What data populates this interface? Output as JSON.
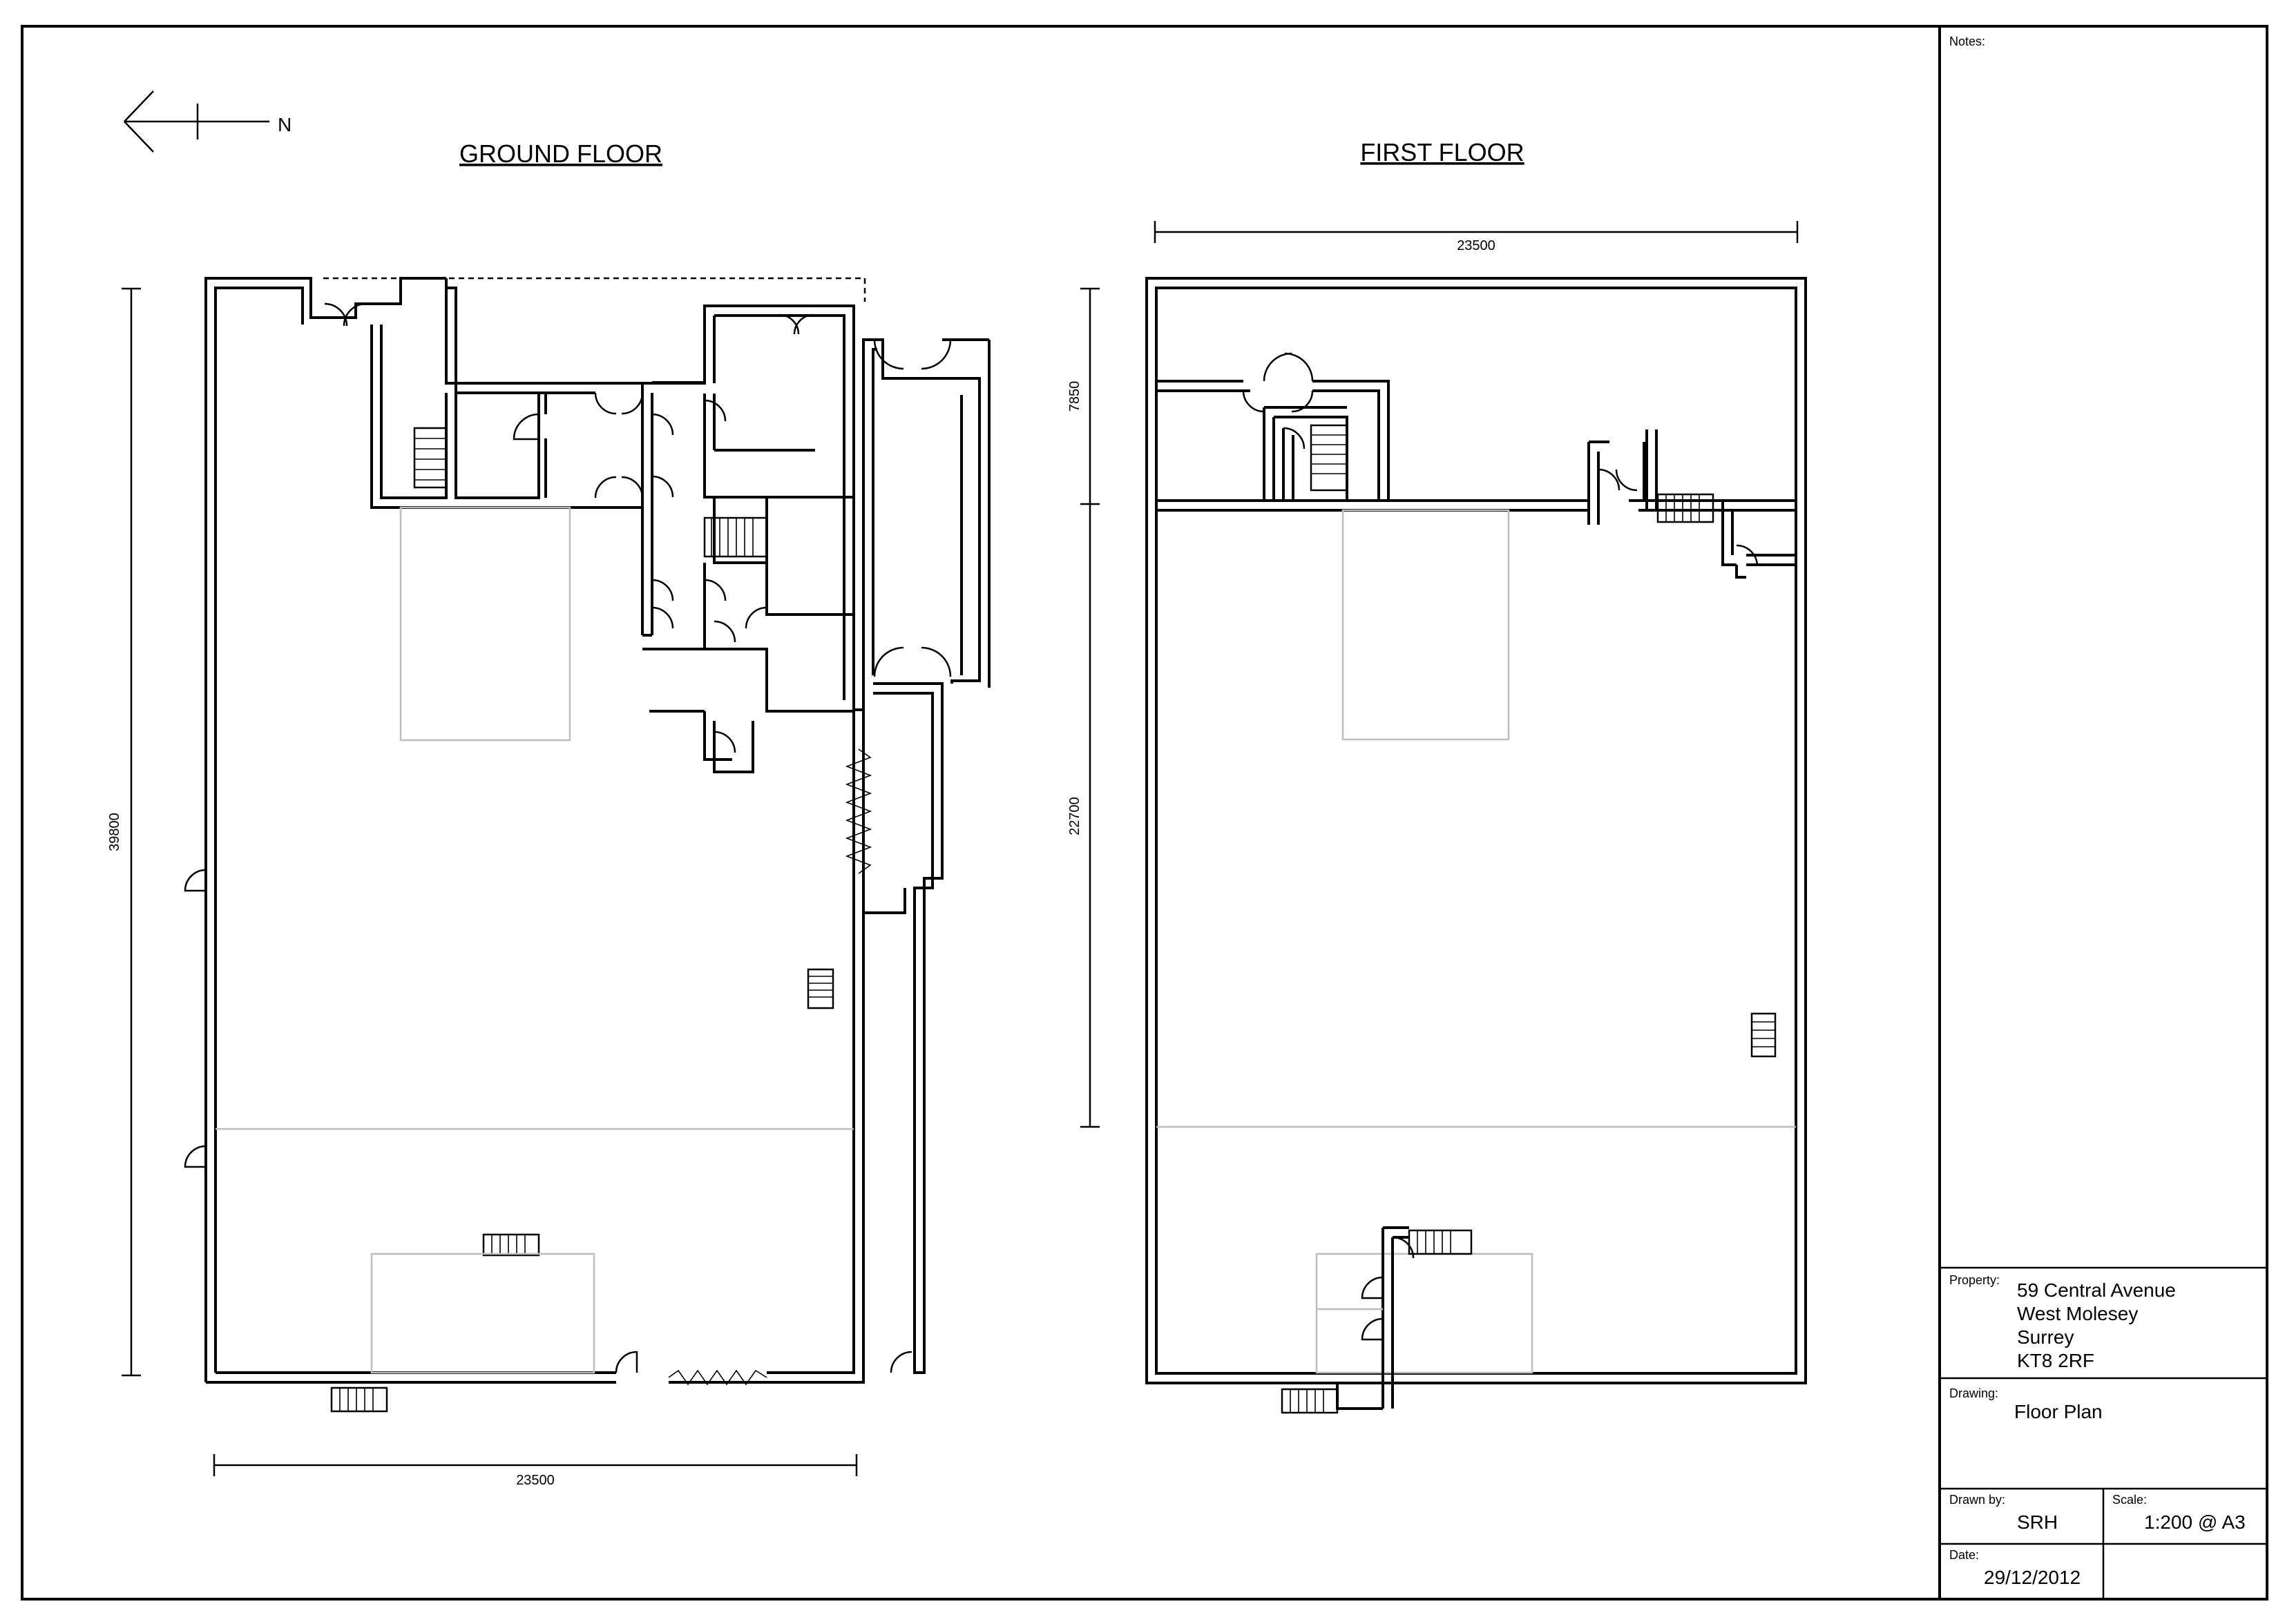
{
  "north_label": "N",
  "plans": {
    "ground_floor": {
      "title": "GROUND FLOOR",
      "width_dim": "23500",
      "height_dim": "39800"
    },
    "first_floor": {
      "title": "FIRST FLOOR",
      "width_dim": "23500",
      "height_dim_upper": "7850",
      "height_dim_lower": "22700"
    }
  },
  "title_block": {
    "notes_label": "Notes:",
    "property_label": "Property:",
    "property_lines": [
      "59 Central Avenue",
      "West Molesey",
      "Surrey",
      "KT8 2RF"
    ],
    "drawing_label": "Drawing:",
    "drawing_value": "Floor Plan",
    "drawn_by_label": "Drawn by:",
    "drawn_by_value": "SRH",
    "scale_label": "Scale:",
    "scale_value": "1:200 @ A3",
    "date_label": "Date:",
    "date_value": "29/12/2012"
  }
}
